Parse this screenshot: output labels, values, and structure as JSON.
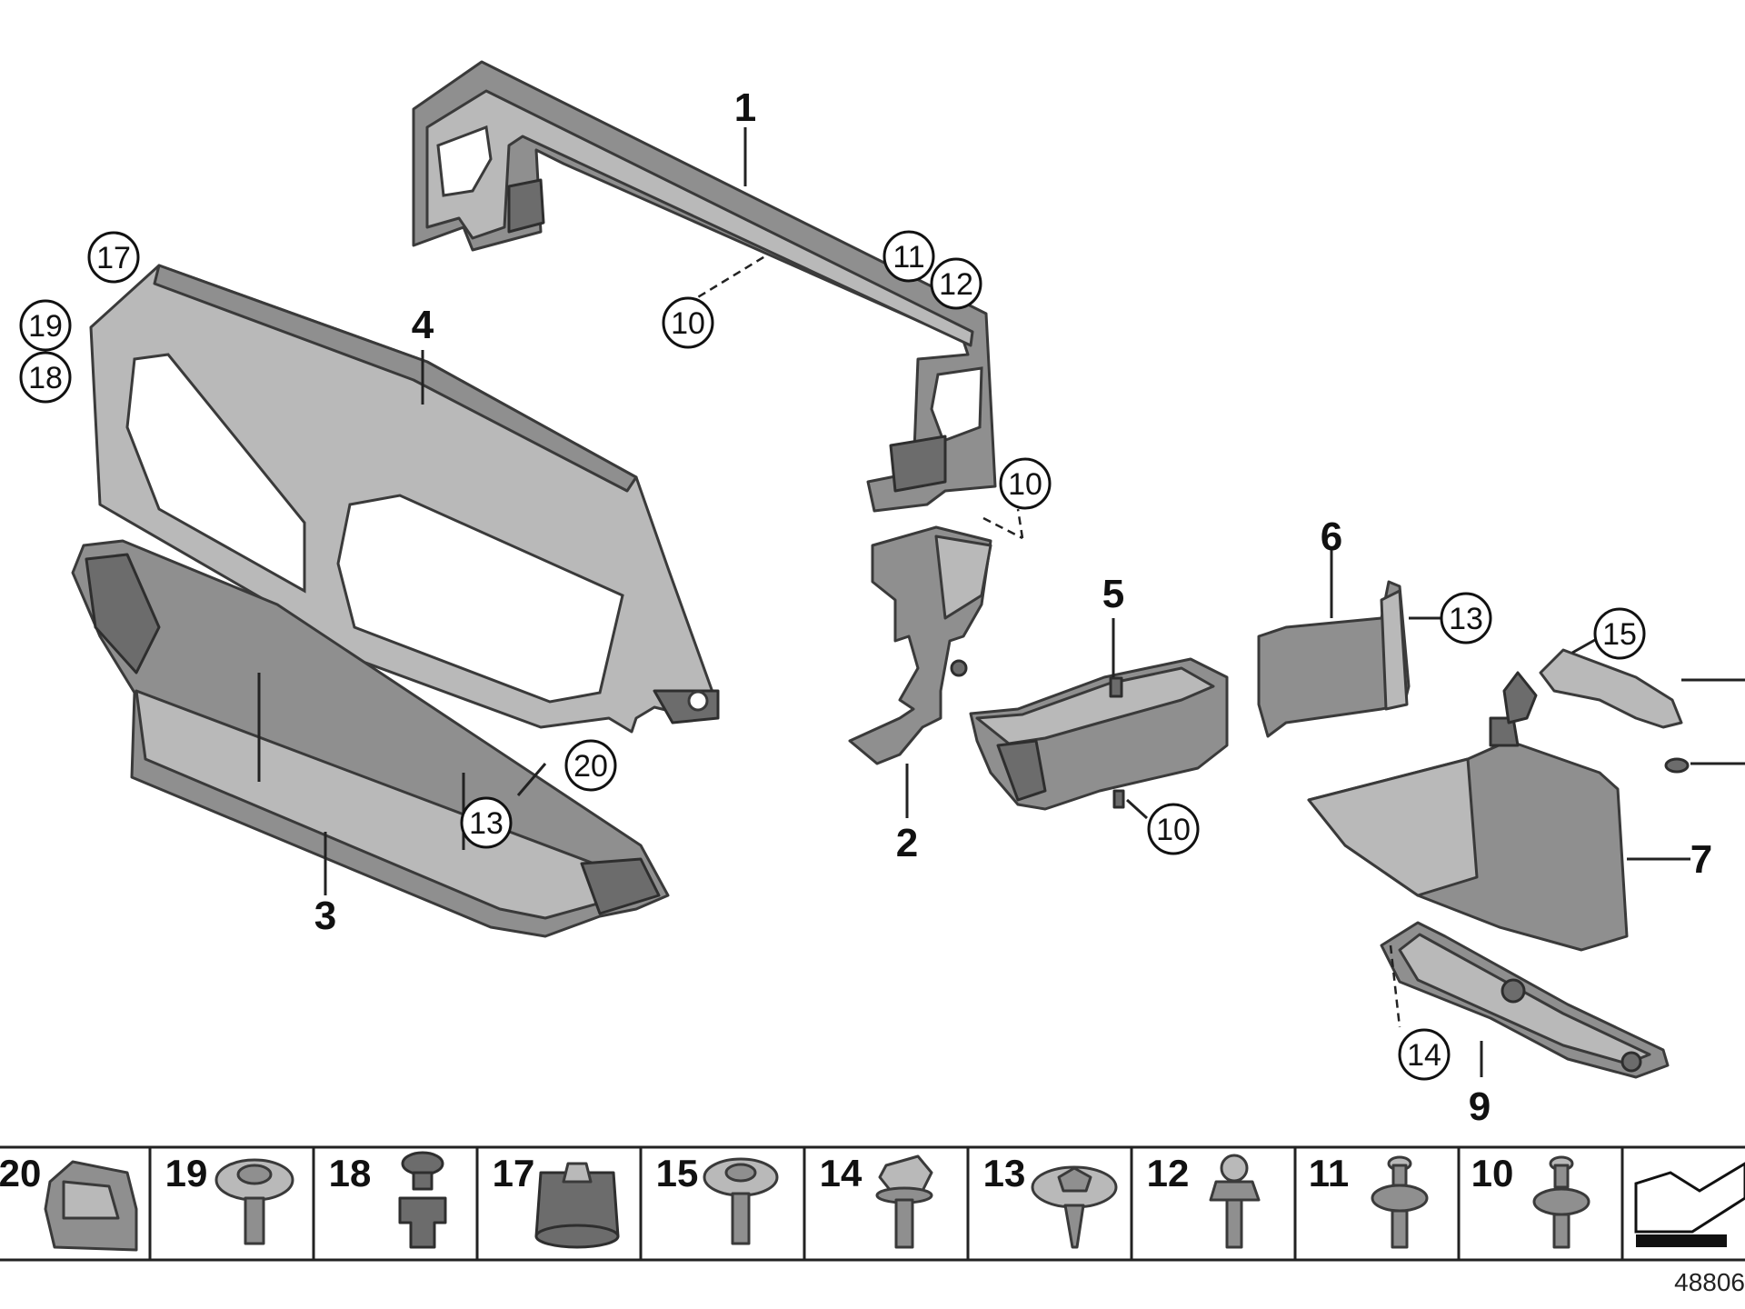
{
  "callouts": {
    "c1": "1",
    "c2": "2",
    "c3": "3",
    "c4": "4",
    "c5": "5",
    "c6": "6",
    "c7": "7",
    "c9": "9"
  },
  "circled": {
    "c17": "17",
    "c19": "19",
    "c18": "18",
    "c11": "11",
    "c12": "12",
    "c10a": "10",
    "c10b": "10",
    "c10c": "10",
    "c13a": "13",
    "c20": "20",
    "c13b": "13",
    "c15": "15",
    "c14": "14"
  },
  "fastener_strip": [
    "20",
    "19",
    "18",
    "17",
    "15",
    "14",
    "13",
    "12",
    "11",
    "10"
  ],
  "diagram_id": "48806"
}
